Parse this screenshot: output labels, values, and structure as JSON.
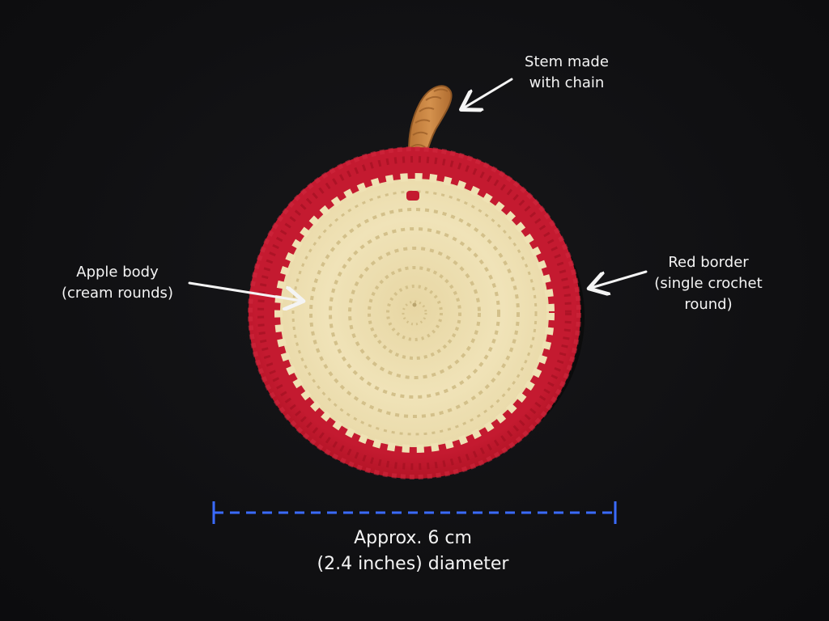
{
  "annotations": {
    "stem": {
      "line1": "Stem made",
      "line2": "with chain"
    },
    "body": {
      "line1": "Apple body",
      "line2": "(cream rounds)"
    },
    "border": {
      "line1": "Red border",
      "line2": "(single crochet",
      "line3": "round)"
    },
    "size": {
      "line1": "Approx. 6 cm",
      "line2": "(2.4 inches) diameter"
    }
  },
  "colors": {
    "background": "#101012",
    "border_red": "#c3172e",
    "cream": "#efe2b4",
    "stem": "#c98542",
    "measure_line": "#3a6bff",
    "text": "#f4f4f4"
  }
}
